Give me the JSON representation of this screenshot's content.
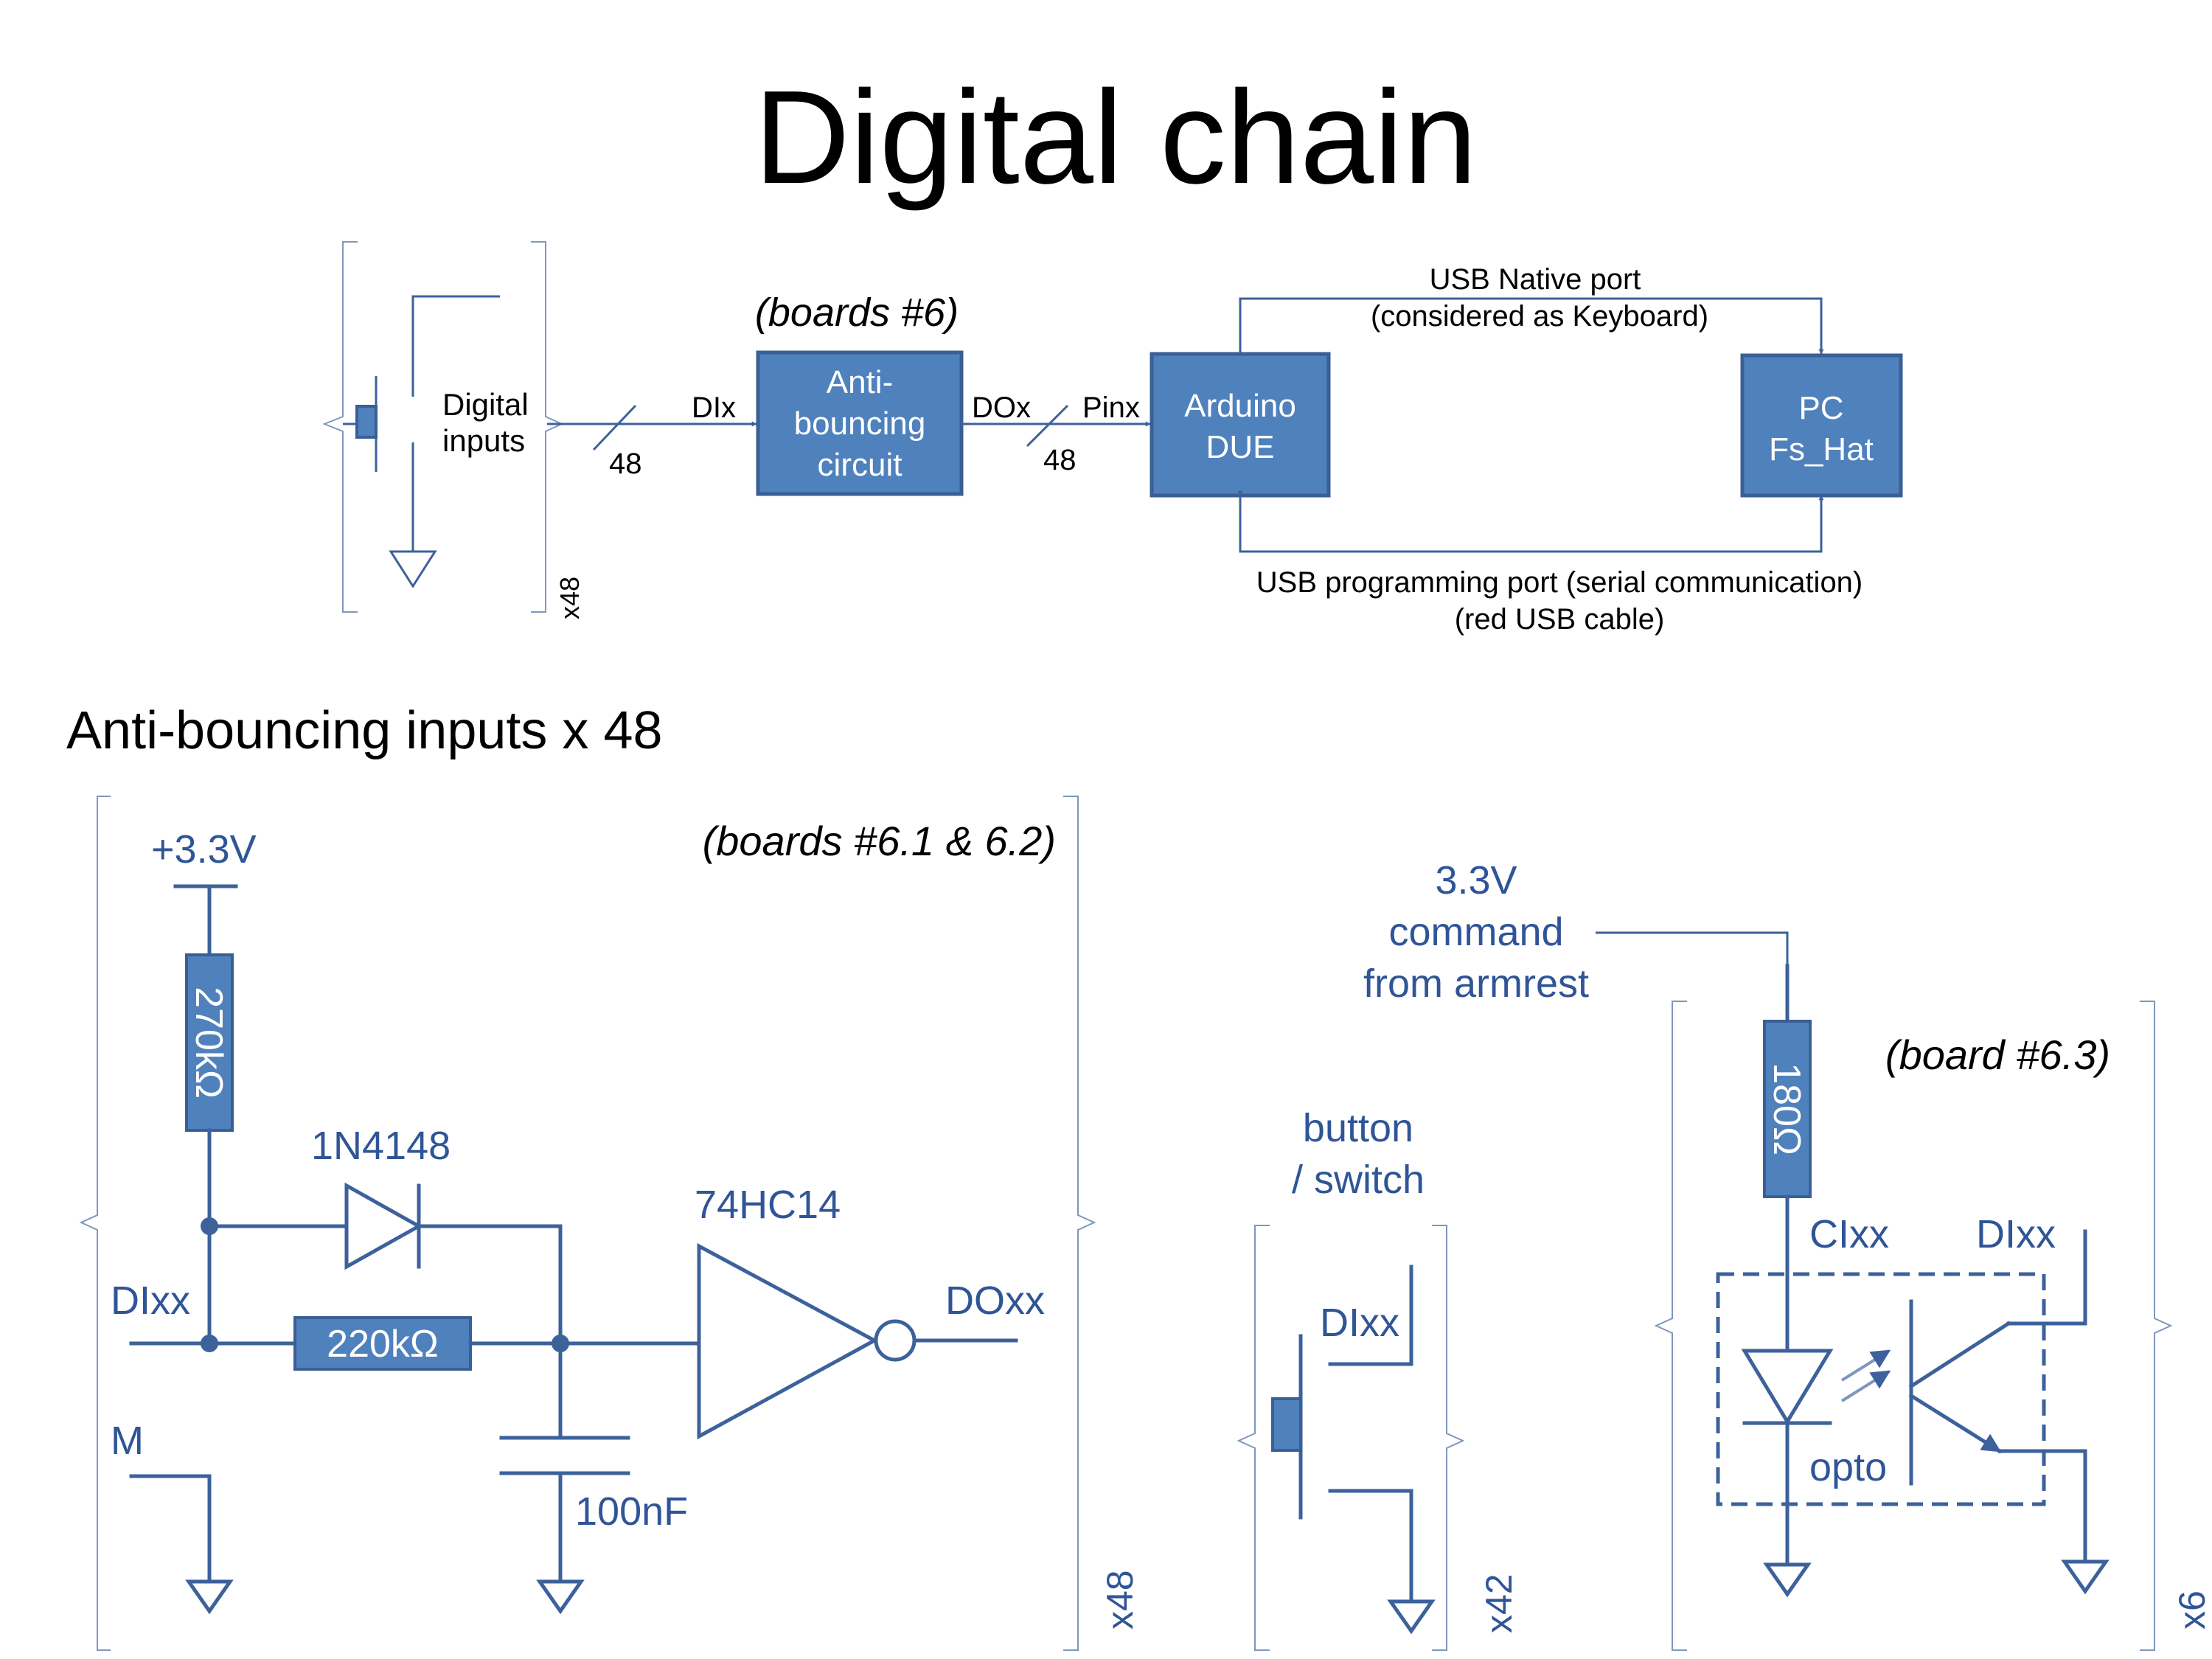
{
  "title": "Digital chain",
  "top": {
    "digital_inputs": [
      "Digital",
      "inputs"
    ],
    "x48": "x48",
    "dix": "DIx",
    "bus_48_a": "48",
    "boards": "(boards #6)",
    "anti_block": [
      "Anti-",
      "bouncing",
      "circuit"
    ],
    "dox": "DOx",
    "pinx": "Pinx",
    "bus_48_b": "48",
    "arduino": [
      "Arduino",
      "DUE"
    ],
    "pc": [
      "PC",
      "Fs_Hat"
    ],
    "usb_native": [
      "USB Native port",
      "(considered as Keyboard)"
    ],
    "usb_prog": [
      "USB programming port (serial communication)",
      "(red USB cable)"
    ]
  },
  "section_title": "Anti-bouncing inputs x 48",
  "circuit1": {
    "boards": "(boards #6.1 & 6.2)",
    "supply": "+3.3V",
    "r1": "270kΩ",
    "diode": "1N4148",
    "dixx": "DIxx",
    "r2": "220kΩ",
    "ic": "74HC14",
    "doxx": "DOxx",
    "m": "M",
    "cap": "100nF",
    "x48": "x48"
  },
  "circuit2": {
    "label": [
      "button",
      "/ switch"
    ],
    "dixx": "DIxx",
    "x42": "x42"
  },
  "circuit3": {
    "command": [
      "3.3V",
      "command",
      "from armrest"
    ],
    "boards": "(board #6.3)",
    "r": "180Ω",
    "cixx": "CIxx",
    "dixx": "DIxx",
    "opto": "opto",
    "x6": "x6"
  }
}
